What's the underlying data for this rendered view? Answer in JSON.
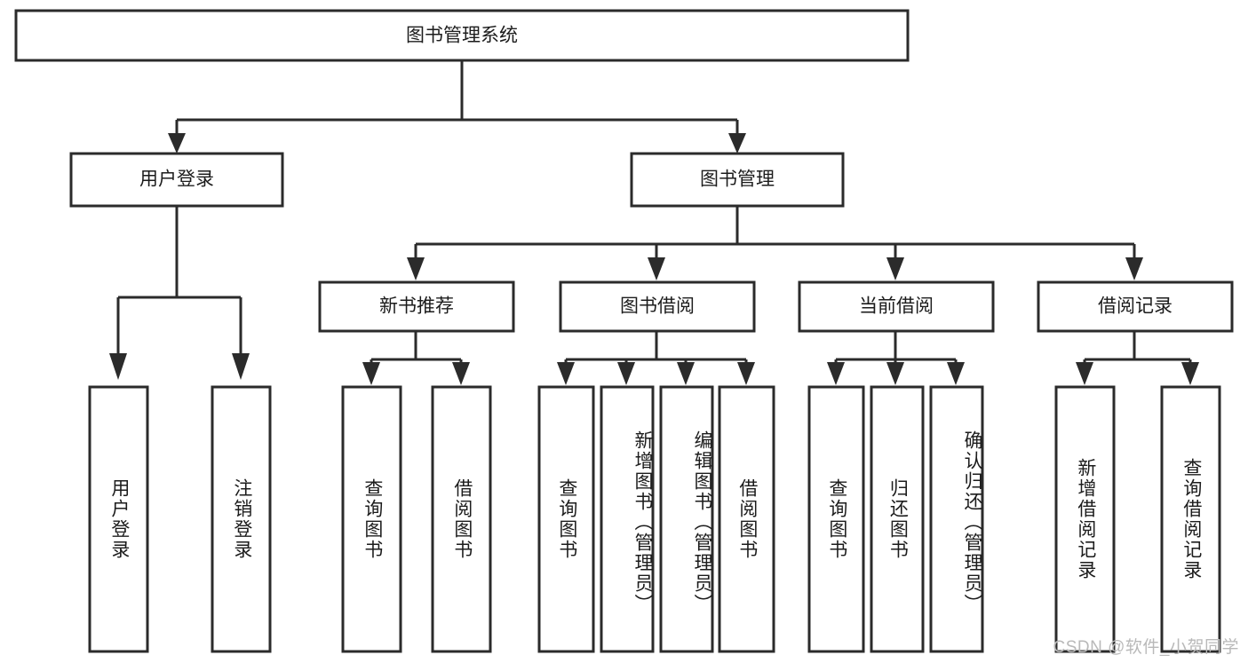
{
  "diagram": {
    "type": "tree",
    "title": "图书管理系统",
    "watermark": "CSDN @软件_小贺同学",
    "colors": {
      "stroke": "#2b2b2b",
      "fill": "#ffffff",
      "text": "#1c1c1c",
      "watermark": "#b9b9b9",
      "background": "#ffffff"
    },
    "levels": {
      "root": {
        "label": "图书管理系统"
      },
      "level2": [
        {
          "label": "用户登录"
        },
        {
          "label": "图书管理"
        }
      ],
      "level3": [
        {
          "label": "新书推荐"
        },
        {
          "label": "图书借阅"
        },
        {
          "label": "当前借阅"
        },
        {
          "label": "借阅记录"
        }
      ]
    },
    "leaves": {
      "user_login": [
        {
          "label": "用户登录"
        },
        {
          "label": "注销登录"
        }
      ],
      "new_book_recommend": [
        {
          "label": "查询图书"
        },
        {
          "label": "借阅图书"
        }
      ],
      "book_borrow": [
        {
          "label": "查询图书"
        },
        {
          "label": "新增图书（管理员）"
        },
        {
          "label": "编辑图书（管理员）"
        },
        {
          "label": "借阅图书"
        }
      ],
      "current_borrow": [
        {
          "label": "查询图书"
        },
        {
          "label": "归还图书"
        },
        {
          "label": "确认归还（管理员）"
        }
      ],
      "borrow_record": [
        {
          "label": "新增借阅记录"
        },
        {
          "label": "查询借阅记录"
        }
      ]
    }
  }
}
